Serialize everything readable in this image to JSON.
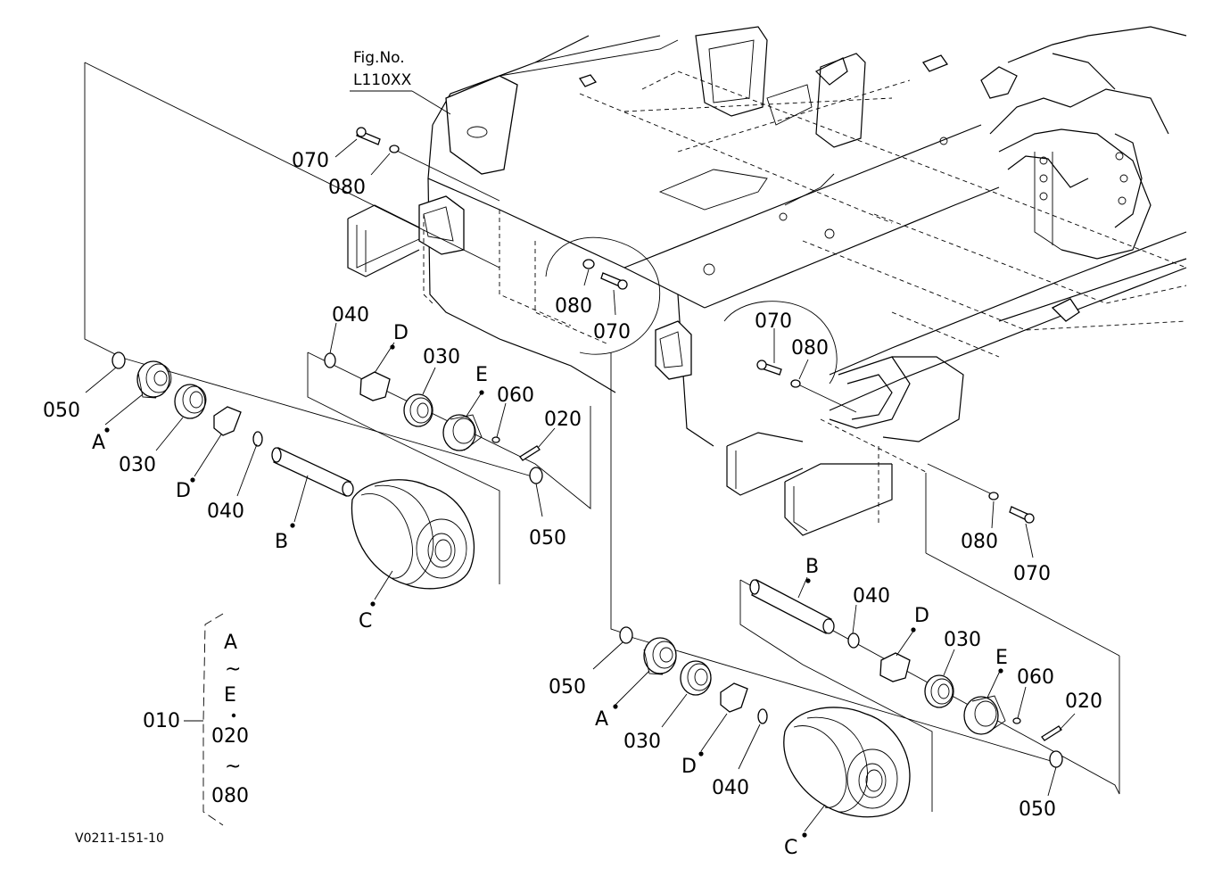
{
  "figure_ref": {
    "line1": "Fig.No.",
    "line2": "L110XX"
  },
  "callouts": {
    "c070_a": "070",
    "c080_a": "080",
    "c080_b": "080",
    "c070_b": "070",
    "c070_c": "070",
    "c080_c": "080",
    "c080_d": "080",
    "c070_d": "070",
    "u050_a": "050",
    "uA": "A",
    "u030_a": "030",
    "uD_a": "D",
    "u040_a": "040",
    "uB": "B",
    "uC": "C",
    "u040_b": "040",
    "uD_b": "D",
    "u030_b": "030",
    "uE": "E",
    "u060": "060",
    "u020": "020",
    "u050_b": "050",
    "lB": "B",
    "l040_b": "040",
    "lD_b": "D",
    "l030_b": "030",
    "lE": "E",
    "l060": "060",
    "l020": "020",
    "l050_b": "050",
    "l050_a": "050",
    "lA": "A",
    "l030_a": "030",
    "lD_a": "D",
    "l040_a": "040",
    "lC": "C"
  },
  "assembly_legend": {
    "number": "010",
    "range_start": "A",
    "tilde1": "~",
    "range_mid": "E",
    "range_mid2": "020",
    "tilde2": "~",
    "range_end": "080"
  },
  "drawing_code": "V0211-151-10"
}
